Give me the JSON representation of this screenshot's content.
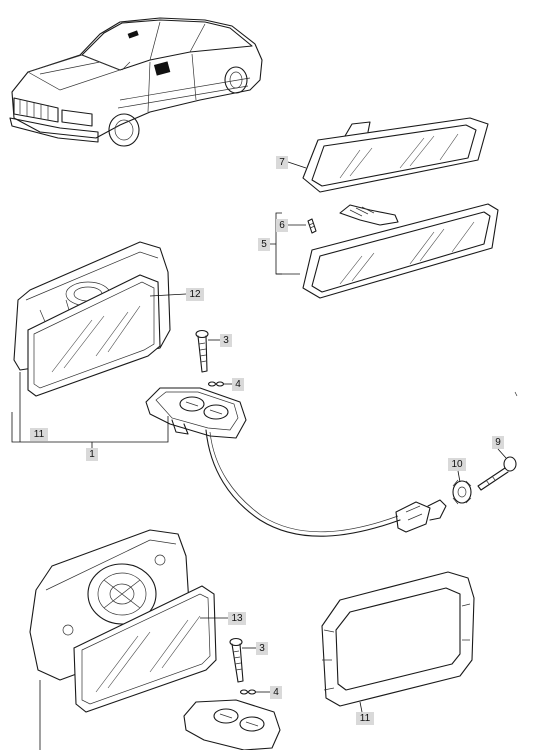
{
  "callouts": {
    "c1": "1",
    "c3a": "3",
    "c3b": "3",
    "c4a": "4",
    "c4b": "4",
    "c5": "5",
    "c6": "6",
    "c7": "7",
    "c9": "9",
    "c10": "10",
    "c11a": "11",
    "c11b": "11",
    "c12": "12",
    "c13": "13"
  },
  "colors": {
    "line": "#1a1a1a",
    "callout_fill": "#d9d9d9",
    "background": "#ffffff"
  }
}
